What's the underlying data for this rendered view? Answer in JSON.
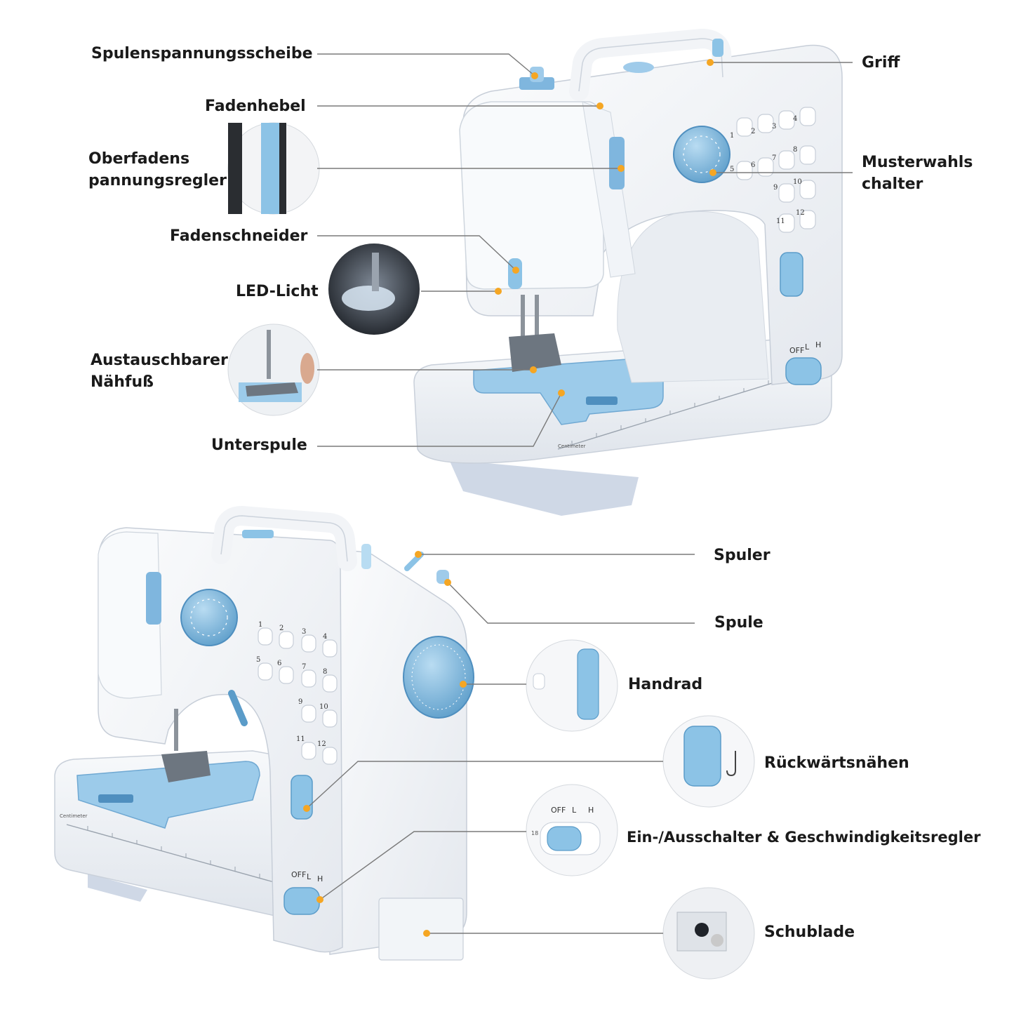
{
  "colors": {
    "machine_white": "#f4f6f9",
    "machine_shadow": "#d9dee6",
    "accent_blue": "#8cc3e6",
    "accent_blue_dark": "#5b9cc9",
    "leader_line": "#7a7a7a",
    "marker": "#f5a623",
    "text": "#1a1a1a"
  },
  "labels_top": {
    "spulenspannungsscheibe": "Spulenspannungsscheibe",
    "fadenhebel": "Fadenhebel",
    "oberfadens_line1": "Oberfadens",
    "oberfadens_line2": "pannungsregler",
    "fadenschneider": "Fadenschneider",
    "led": "LED-Licht",
    "naehfuss_line1": "Austauschbarer",
    "naehfuss_line2": "Nähfuß",
    "unterspule": "Unterspule",
    "griff": "Griff",
    "musterwahl_line1": "Musterwahls",
    "musterwahl_line2": "chalter"
  },
  "labels_bottom": {
    "spuler": "Spuler",
    "spule": "Spule",
    "handrad": "Handrad",
    "rueckwaerts": "Rückwärtsnähen",
    "schalter": "Ein-/Ausschalter & Geschwindigkeitsregler",
    "schublade": "Schublade"
  },
  "machine_marks": {
    "ruler_caption": "Centimeter",
    "switch_off": "OFF",
    "switch_l": "L",
    "switch_h": "H",
    "ruler_end": "18"
  },
  "stitch_numbers": [
    "1",
    "2",
    "3",
    "4",
    "5",
    "6",
    "7",
    "8",
    "9",
    "10",
    "11",
    "12"
  ],
  "icons": [
    "bobbin-winder-icon",
    "thread-lever-icon",
    "tension-dial-icon",
    "cutter-icon",
    "led-light-icon",
    "presser-foot-icon",
    "bobbin-icon",
    "handle-icon",
    "pattern-dial-icon",
    "handwheel-icon",
    "reverse-lever-icon",
    "power-switch-icon",
    "drawer-icon"
  ]
}
